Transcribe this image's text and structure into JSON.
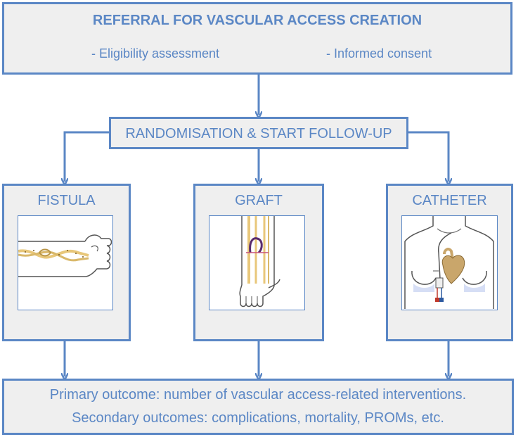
{
  "referral": {
    "title": "REFERRAL FOR VASCULAR ACCESS CREATION",
    "item_1": "- Eligibility assessment",
    "item_2": "- Informed consent"
  },
  "randomisation": {
    "label": "RANDOMISATION & START FOLLOW-UP"
  },
  "arms": [
    {
      "label": "FISTULA",
      "illustration": "arm-fistula-illustration"
    },
    {
      "label": "GRAFT",
      "illustration": "arm-graft-illustration"
    },
    {
      "label": "CATHETER",
      "illustration": "chest-catheter-illustration"
    }
  ],
  "outcomes": {
    "primary": "Primary outcome: number of vascular access-related interventions.",
    "secondary": "Secondary outcomes: complications, mortality, PROMs, etc."
  },
  "colors": {
    "border": "#5b87c5",
    "box_fill": "#efefef",
    "vessel": "#e8c77a",
    "graft": "#5a2d6e",
    "heart": "#c9a66b"
  }
}
